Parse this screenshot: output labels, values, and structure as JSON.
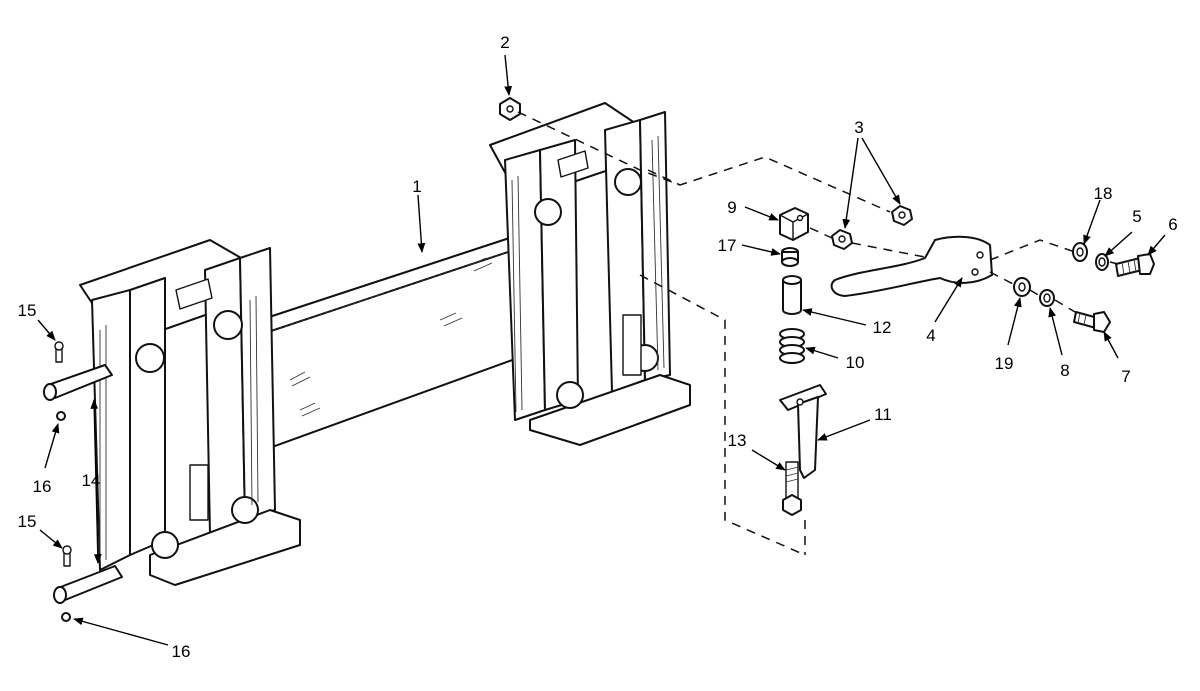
{
  "diagram": {
    "callouts": {
      "c1": "1",
      "c2": "2",
      "c3": "3",
      "c4": "4",
      "c5": "5",
      "c6": "6",
      "c7": "7",
      "c8": "8",
      "c9": "9",
      "c10": "10",
      "c11": "11",
      "c12": "12",
      "c13": "13",
      "c14": "14",
      "c15a": "15",
      "c15b": "15",
      "c16a": "16",
      "c16b": "16",
      "c17": "17",
      "c18": "18",
      "c19": "19"
    }
  }
}
